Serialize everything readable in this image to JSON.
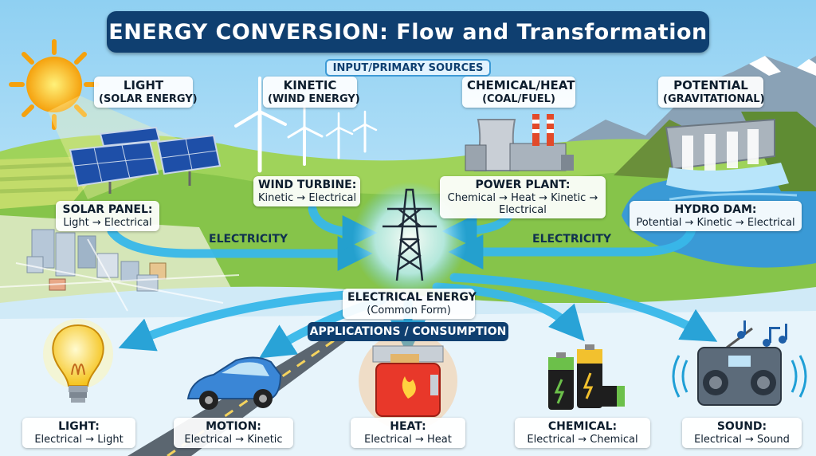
{
  "title": "ENERGY CONVERSION: Flow and Transformation",
  "sections": {
    "input": "INPUT/PRIMARY SOURCES",
    "output": "APPLICATIONS / CONSUMPTION"
  },
  "sources": [
    {
      "name": "LIGHT",
      "detail": "(SOLAR ENERGY)"
    },
    {
      "name": "KINETIC",
      "detail": "(WIND ENERGY)"
    },
    {
      "name": "CHEMICAL/HEAT",
      "detail": "(COAL/FUEL)"
    },
    {
      "name": "POTENTIAL",
      "detail": "(GRAVITATIONAL)"
    }
  ],
  "converters": [
    {
      "name": "SOLAR PANEL:",
      "conversion": "Light → Electrical"
    },
    {
      "name": "WIND TURBINE:",
      "conversion": "Kinetic → Electrical"
    },
    {
      "name": "POWER PLANT:",
      "conversion": "Chemical → Heat → Kinetic →",
      "conversion2": "Electrical"
    },
    {
      "name": "HYDRO DAM:",
      "conversion": "Potential → Kinetic → Electrical"
    }
  ],
  "flow_labels": {
    "left": "ELECTRICITY",
    "right": "ELECTRICITY"
  },
  "hub": {
    "name": "ELECTRICAL ENERGY",
    "detail": "(Common Form)"
  },
  "applications": [
    {
      "name": "LIGHT:",
      "conversion": "Electrical → Light"
    },
    {
      "name": "MOTION:",
      "conversion": "Electrical → Kinetic"
    },
    {
      "name": "HEAT:",
      "conversion": "Electrical → Heat"
    },
    {
      "name": "CHEMICAL:",
      "conversion": "Electrical → Chemical"
    },
    {
      "name": "SOUND:",
      "conversion": "Electrical → Sound"
    }
  ],
  "colors": {
    "title_bg": "#0f3f70",
    "flow_arrow": "#38b8ea",
    "sky": "#bfe3f7",
    "grass": "#8cc84b",
    "water": "#3a9ad6"
  },
  "icons": [
    "sun-icon",
    "solar-panel-icon",
    "wind-turbine-icon",
    "power-plant-icon",
    "hydro-dam-icon",
    "transmission-tower-icon",
    "light-bulb-icon",
    "electric-car-icon",
    "toaster-icon",
    "battery-icon",
    "radio-icon",
    "music-note-icon"
  ]
}
